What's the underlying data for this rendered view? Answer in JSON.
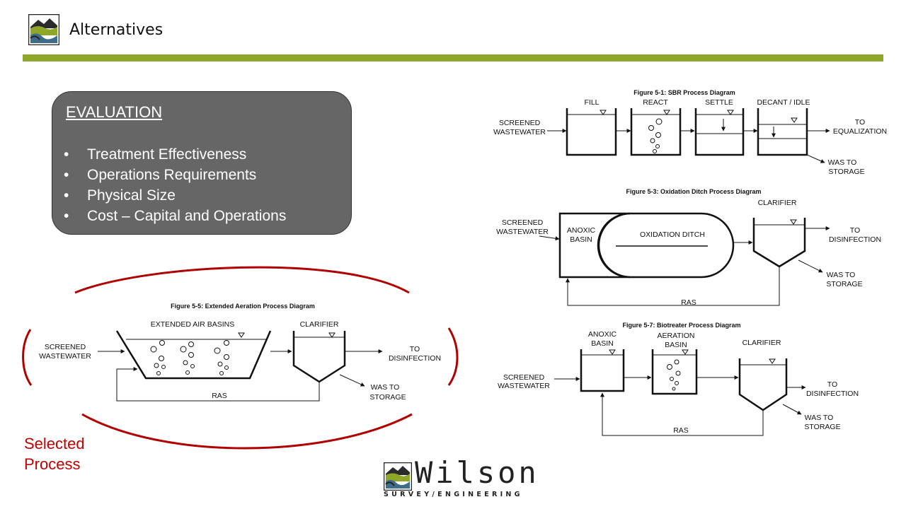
{
  "slide": {
    "title": "Alternatives",
    "accent_color": "#8fa629",
    "evaluation": {
      "heading": "EVALUATION",
      "bullet_glyph": "•",
      "items": [
        "Treatment Effectiveness",
        "Operations Requirements",
        "Physical Size",
        "Cost – Capital and Operations"
      ]
    },
    "selected_label_line1": "Selected",
    "selected_label_line2": "Process",
    "selected_color": "#c00000"
  },
  "sbr": {
    "title": "Figure 5-1: SBR Process Diagram",
    "inlet_line1": "SCREENED",
    "inlet_line2": "WASTEWATER",
    "fill": "FILL",
    "react": "REACT",
    "settle": "SETTLE",
    "decant": "DECANT / IDLE",
    "outlet_line1": "TO",
    "outlet_line2": "EQUALIZATION",
    "was_line1": "WAS TO",
    "was_line2": "STORAGE"
  },
  "ditch": {
    "title": "Figure 5-3: Oxidation Ditch Process Diagram",
    "inlet_line1": "SCREENED",
    "inlet_line2": "WASTEWATER",
    "anoxic_line1": "ANOXIC",
    "anoxic_line2": "BASIN",
    "ditch_label": "OXIDATION DITCH",
    "clarifier": "CLARIFIER",
    "outlet_line1": "TO",
    "outlet_line2": "DISINFECTION",
    "was_line1": "WAS TO",
    "was_line2": "STORAGE",
    "ras": "RAS"
  },
  "extended": {
    "title": "Figure 5-5: Extended Aeration Process Diagram",
    "inlet_line1": "SCREENED",
    "inlet_line2": "WASTEWATER",
    "basins": "EXTENDED AIR BASINS",
    "clarifier": "CLARIFIER",
    "outlet_line1": "TO",
    "outlet_line2": "DISINFECTION",
    "was_line1": "WAS TO",
    "was_line2": "STORAGE",
    "ras": "RAS"
  },
  "biotreater": {
    "title": "Figure 5-7: Biotreater Process Diagram",
    "inlet_line1": "SCREENED",
    "inlet_line2": "WASTEWATER",
    "anoxic_line1": "ANOXIC",
    "anoxic_line2": "BASIN",
    "aeration_line1": "AERATION",
    "aeration_line2": "BASIN",
    "clarifier": "CLARIFIER",
    "outlet_line1": "TO",
    "outlet_line2": "DISINFECTION",
    "was_line1": "WAS TO",
    "was_line2": "STORAGE",
    "ras": "RAS"
  },
  "footer": {
    "company": "Wilson",
    "tagline": "SURVEY/ENGINEERING",
    "logo_icon": "landscape-logo-icon"
  }
}
